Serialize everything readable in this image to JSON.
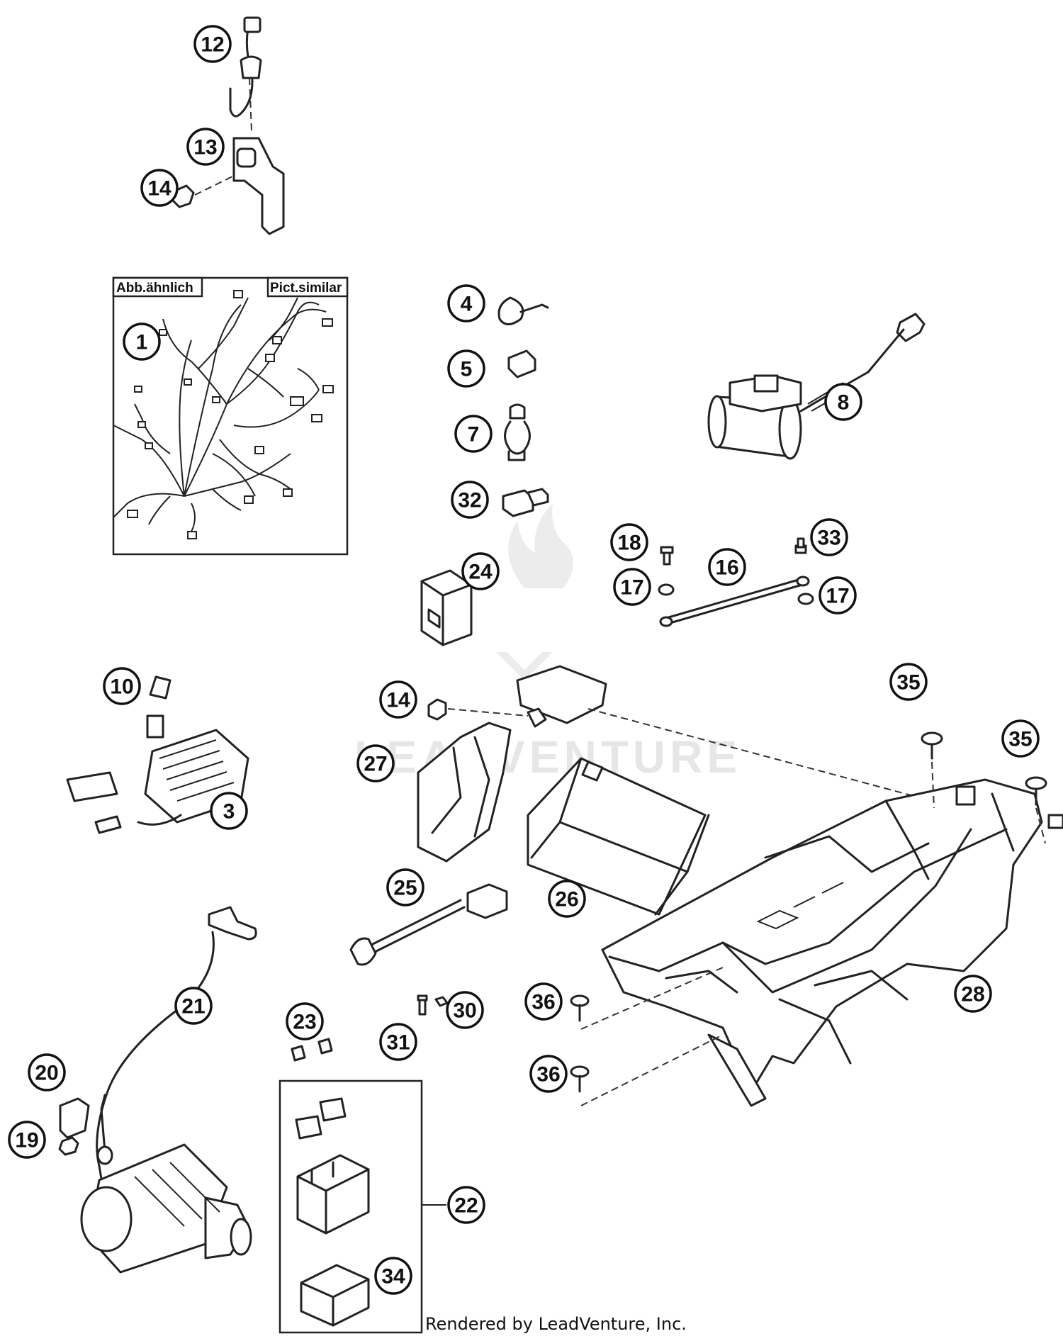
{
  "diagram": {
    "box_labels": {
      "left_tag": "Abb.ähnlich",
      "right_tag": "Pict.similar"
    },
    "callouts": [
      "12",
      "13",
      "14",
      "1",
      "4",
      "5",
      "7",
      "32",
      "8",
      "18",
      "33",
      "16",
      "17",
      "17",
      "24",
      "10",
      "3",
      "14",
      "27",
      "35",
      "35",
      "25",
      "26",
      "28",
      "21",
      "23",
      "30",
      "31",
      "36",
      "36",
      "20",
      "19",
      "22",
      "34"
    ],
    "watermark": "LEADVENTURE",
    "credit": "Rendered by LeadVenture, Inc."
  }
}
